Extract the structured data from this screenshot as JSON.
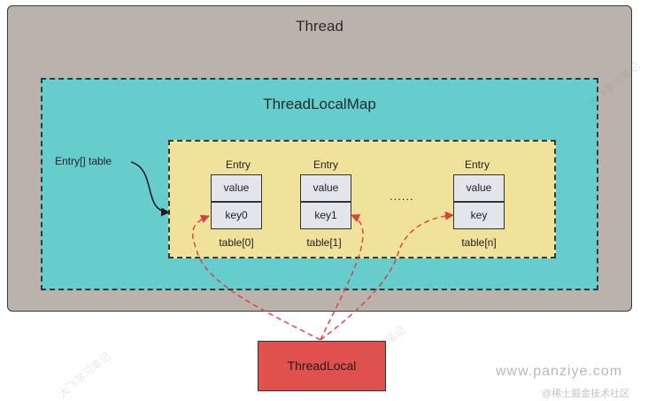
{
  "thread": {
    "title": "Thread"
  },
  "map": {
    "title": "ThreadLocalMap"
  },
  "table": {
    "label": "Entry[] table"
  },
  "entries": [
    {
      "header": "Entry",
      "value": "value",
      "key": "key0",
      "index": "table[0]"
    },
    {
      "header": "Entry",
      "value": "value",
      "key": "key1",
      "index": "table[1]"
    },
    {
      "header": "Entry",
      "value": "value",
      "key": "key",
      "index": "table[n]"
    }
  ],
  "ellipsis": "......",
  "threadlocal": {
    "label": "ThreadLocal"
  },
  "watermark": {
    "url": "www.panziye.com",
    "sub": "@稀土掘金技术社区",
    "diagonal": "大飞学习笔记"
  },
  "colors": {
    "thread_bg": "#bcb2ac",
    "map_bg": "#66cccc",
    "table_bg": "#f0e29a",
    "cell_bg": "#e3e5ea",
    "threadlocal_bg": "#e0504c",
    "ref_arrow": "#d9413d"
  }
}
